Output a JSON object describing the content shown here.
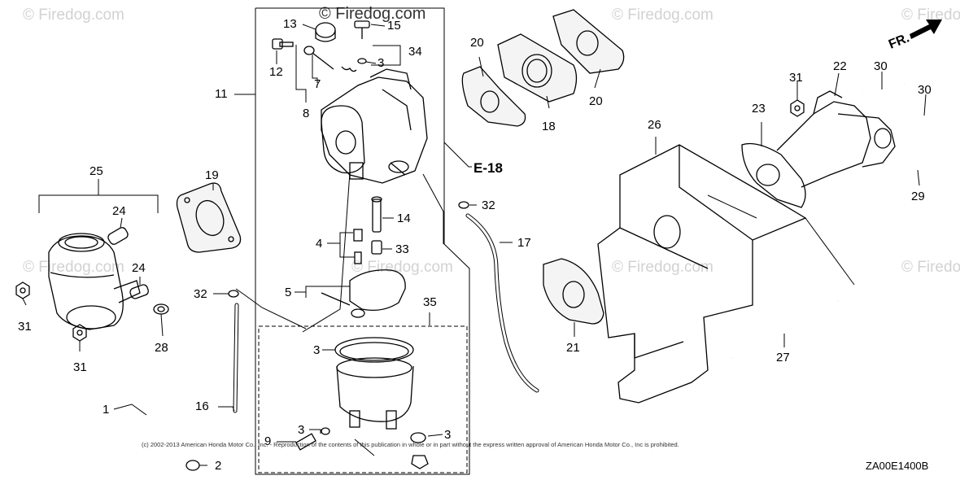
{
  "watermark": "© Firedog.com",
  "watermark_partial": "© Firedo",
  "header_watermark": "© Firedog.com",
  "direction_label": "FR.",
  "reference_label": "E-18",
  "copyright": "(c) 2002-2013 American Honda Motor Co., Inc. - Reproduction of the contents of this publication in whole or in part without the express written approval of American Honda Motor Co., Inc is prohibited.",
  "diagram_code": "ZA00E1400B",
  "callouts": {
    "c1": "1",
    "c2": "2",
    "c3a": "3",
    "c3b": "3",
    "c3c": "3",
    "c3d": "3",
    "c4": "4",
    "c5": "5",
    "c7": "7",
    "c8": "8",
    "c9": "9",
    "c11": "11",
    "c12": "12",
    "c13": "13",
    "c14": "14",
    "c15": "15",
    "c16": "16",
    "c17": "17",
    "c18": "18",
    "c19": "19",
    "c20a": "20",
    "c20b": "20",
    "c21": "21",
    "c22": "22",
    "c23": "23",
    "c24a": "24",
    "c24b": "24",
    "c25": "25",
    "c26": "26",
    "c27": "27",
    "c28": "28",
    "c29": "29",
    "c30a": "30",
    "c30b": "30",
    "c31a": "31",
    "c31b": "31",
    "c31c": "31",
    "c32a": "32",
    "c32b": "32",
    "c33": "33",
    "c34": "34",
    "c35": "35"
  }
}
